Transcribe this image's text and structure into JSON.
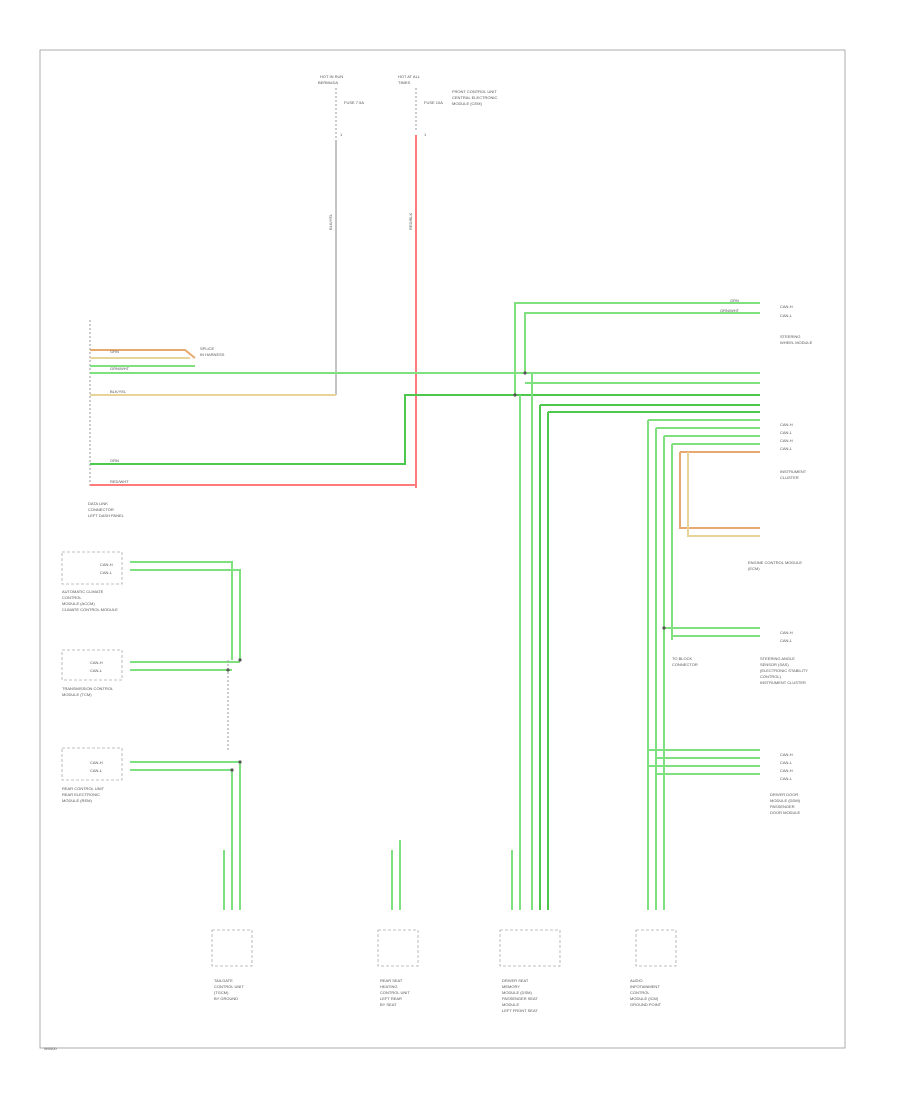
{
  "diagram": {
    "footer_code": "W0000",
    "top_fuses": [
      {
        "title": "HOT IN RUN",
        "sub": "BERMUDA",
        "fuse": "FUSE 7.5A",
        "pin": "1"
      },
      {
        "title": "HOT AT ALL",
        "sub": "TIMES",
        "fuse": "FUSE 10A",
        "pin": "1"
      }
    ],
    "top_right_label": [
      "FRONT CONTROL UNIT",
      "CENTRAL ELECTRONIC",
      "MODULE (CEM)"
    ],
    "left_connector": {
      "label": [
        "DATA LINK",
        "CONNECTOR",
        "LEFT DASH PANEL"
      ]
    },
    "left_modules": [
      {
        "label": [
          "AUTOMATIC CLIMATE",
          "CONTROL",
          "MODULE (ACCM)",
          "CLIMATE CONTROL MODULE"
        ],
        "pins": [
          "CAN-H",
          "CAN-L"
        ]
      },
      {
        "label": [
          "TRANSMISSION CONTROL",
          "MODULE (TCM)"
        ],
        "pins": [
          "CAN-H",
          "CAN-L"
        ]
      },
      {
        "label": [
          "REAR CONTROL UNIT",
          "REAR ELECTRONIC",
          "MODULE (REM)"
        ],
        "pins": [
          "CAN-H",
          "CAN-L"
        ]
      }
    ],
    "right_modules": [
      {
        "label": [
          "STEERING",
          "WHEEL MODULE"
        ],
        "pins": [
          "CAN-H",
          "CAN-L"
        ]
      },
      {
        "label": [
          "INSTRUMENT",
          "CLUSTER"
        ],
        "pins": [
          "CAN-H",
          "CAN-L",
          "CAN-H",
          "CAN-L"
        ]
      },
      {
        "label": [
          "ENGINE CONTROL MODULE",
          "(ECM)"
        ],
        "pins": []
      },
      {
        "label": [
          "STEERING ANGLE",
          "SENSOR (SAS)",
          "(ELECTRONIC STABILITY",
          "CONTROL)",
          "INSTRUMENT CLUSTER"
        ],
        "pins": [
          "CAN-H",
          "CAN-L"
        ]
      },
      {
        "label": [
          "DRIVER DOOR",
          "MODULE (DDM)",
          "PASSENGER",
          "DOOR MODULE"
        ],
        "pins": [
          "CAN-H",
          "CAN-L",
          "CAN-H",
          "CAN-L"
        ]
      }
    ],
    "bottom_modules": [
      {
        "label": [
          "TAILGATE",
          "CONTROL UNIT",
          "(TGCM)",
          "BY GROUND"
        ]
      },
      {
        "label": [
          "REAR SEAT",
          "HEATING",
          "CONTROL UNIT",
          "LEFT REAR",
          "BY SEAT"
        ]
      },
      {
        "label": [
          "DRIVER SEAT",
          "MEMORY",
          "MODULE (DSM)",
          "PASSENGER SEAT",
          "MODULE",
          "LEFT FRONT SEAT"
        ]
      },
      {
        "label": [
          "AUDIO",
          "INFOTAINMENT",
          "CONTROL",
          "MODULE (ICM)",
          "GROUND POINT"
        ]
      }
    ],
    "wire_labels": {
      "grn": "GRN",
      "grn_wht": "GRN/WHT",
      "red_wht": "RED/WHT",
      "blk": "BLK/YEL",
      "red": "RED/BLK",
      "org": "ORG/GRN"
    },
    "splice_labels": [
      "SPLICE",
      "IN HARNESS"
    ],
    "splice_label_2": [
      "TO BLOCK",
      "CONNECTOR"
    ]
  }
}
